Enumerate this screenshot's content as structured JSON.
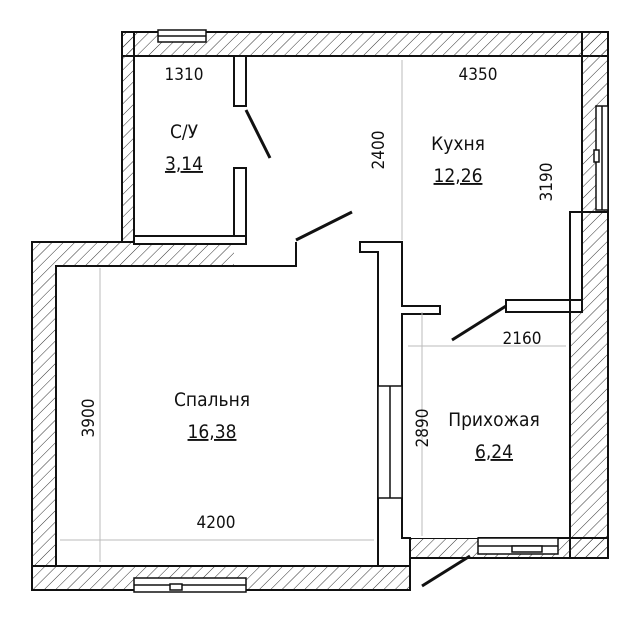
{
  "rooms": {
    "wc": {
      "name": "С/У",
      "area": "3,14"
    },
    "kitchen": {
      "name": "Кухня",
      "area": "12,26"
    },
    "bedroom": {
      "name": "Спальня",
      "area": "16,38"
    },
    "hall": {
      "name": "Прихожая",
      "area": "6,24"
    }
  },
  "dimensions": {
    "wc_width": "1310",
    "kitchen_width": "4350",
    "kitchen_depth_left": "2400",
    "kitchen_depth_right": "3190",
    "bedroom_height": "3900",
    "bedroom_width": "4200",
    "hall_width": "2160",
    "hall_height": "2890"
  }
}
